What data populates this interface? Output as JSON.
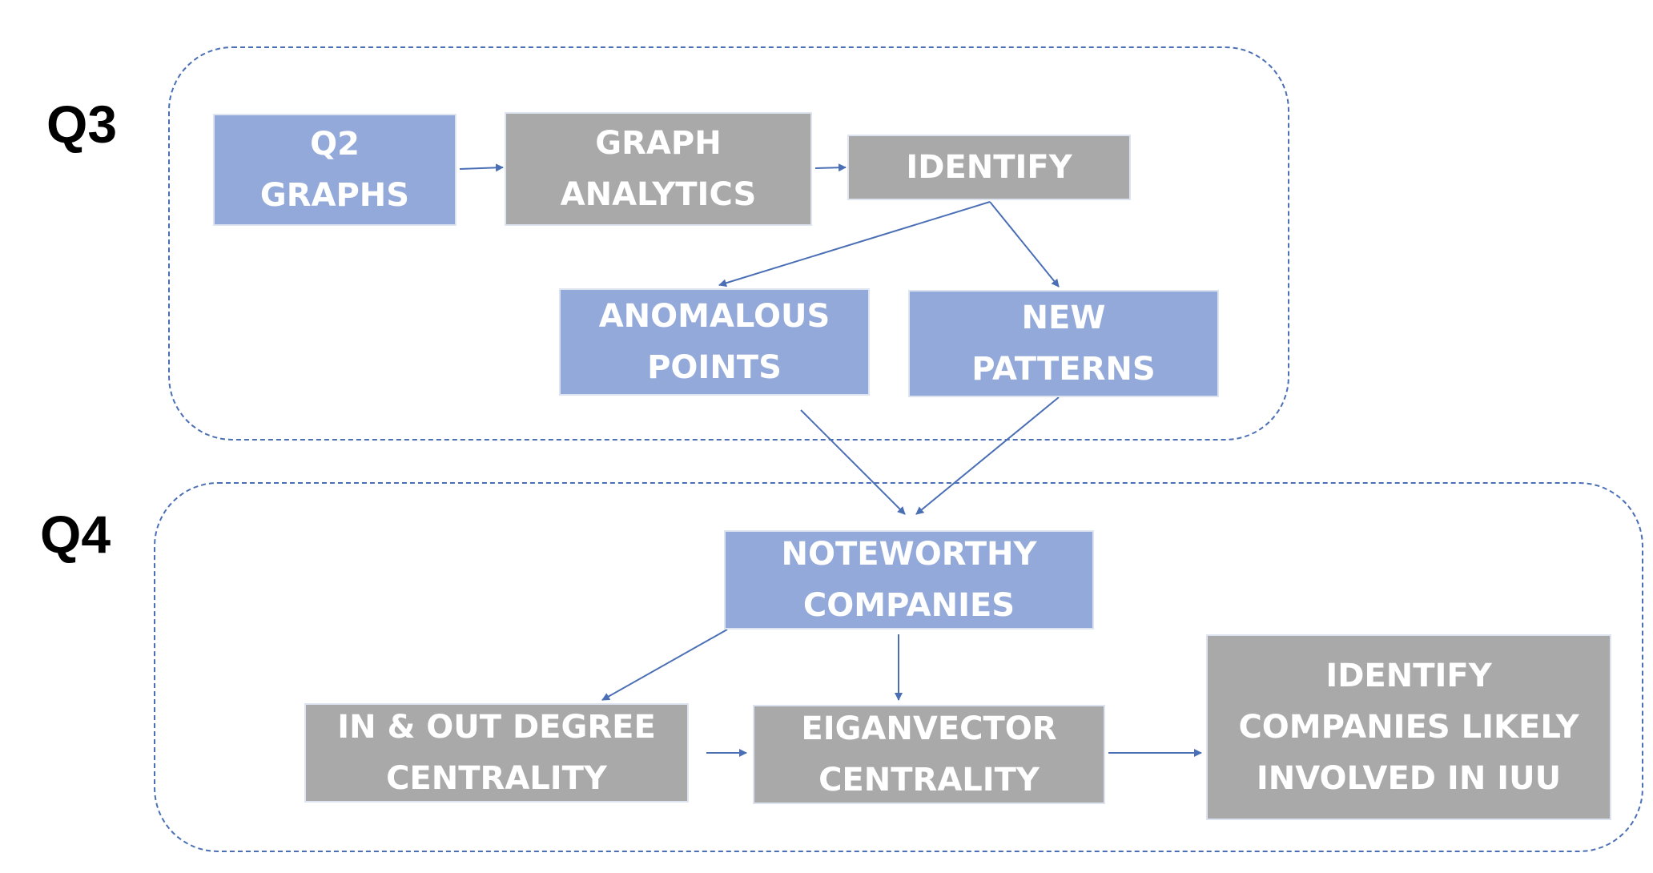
{
  "colors": {
    "blue_box": "#93a9da",
    "gray_box": "#a9a9a9",
    "arrow": "#4a6fb5",
    "box_text": "#ffffff"
  },
  "sections": [
    {
      "id": "q3",
      "label": "Q3"
    },
    {
      "id": "q4",
      "label": "Q4"
    }
  ],
  "nodes": [
    {
      "id": "q2-graphs",
      "color": "blue",
      "lines": [
        "Q2",
        "GRAPHS"
      ]
    },
    {
      "id": "graph-analytics",
      "color": "gray",
      "lines": [
        "GRAPH",
        "ANALYTICS"
      ]
    },
    {
      "id": "identify",
      "color": "gray",
      "lines": [
        "IDENTIFY"
      ]
    },
    {
      "id": "anomalous-points",
      "color": "blue",
      "lines": [
        "ANOMALOUS",
        "POINTS"
      ]
    },
    {
      "id": "new-patterns",
      "color": "blue",
      "lines": [
        "NEW",
        "PATTERNS"
      ]
    },
    {
      "id": "noteworthy-companies",
      "color": "blue",
      "lines": [
        "NOTEWORTHY",
        "COMPANIES"
      ]
    },
    {
      "id": "in-out-degree-centrality",
      "color": "gray",
      "lines": [
        "IN & OUT DEGREE",
        "CENTRALITY"
      ]
    },
    {
      "id": "eiganvector-centrality",
      "color": "gray",
      "lines": [
        "EIGANVECTOR",
        "CENTRALITY"
      ]
    },
    {
      "id": "identify-iuu-companies",
      "color": "gray",
      "lines": [
        "IDENTIFY",
        "COMPANIES LIKELY",
        "INVOLVED IN IUU"
      ]
    }
  ],
  "edges": [
    {
      "from": "q2-graphs",
      "to": "graph-analytics"
    },
    {
      "from": "graph-analytics",
      "to": "identify"
    },
    {
      "from": "identify",
      "to": "anomalous-points"
    },
    {
      "from": "identify",
      "to": "new-patterns"
    },
    {
      "from": "anomalous-points",
      "to": "noteworthy-companies"
    },
    {
      "from": "new-patterns",
      "to": "noteworthy-companies"
    },
    {
      "from": "noteworthy-companies",
      "to": "in-out-degree-centrality"
    },
    {
      "from": "noteworthy-companies",
      "to": "eiganvector-centrality"
    },
    {
      "from": "in-out-degree-centrality",
      "to": "eiganvector-centrality"
    },
    {
      "from": "eiganvector-centrality",
      "to": "identify-iuu-companies"
    }
  ]
}
